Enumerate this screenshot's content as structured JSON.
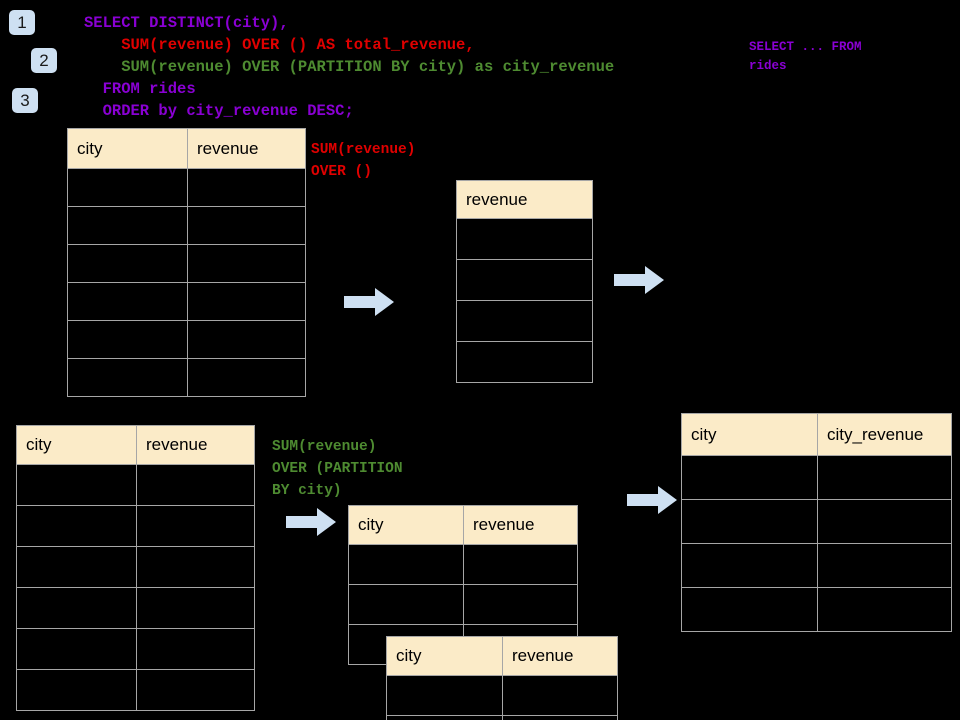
{
  "diagram": {
    "title": "SQL window function execution diagram",
    "background": "#000000",
    "colors": {
      "header_fill": "#FBEBC8",
      "cell_fill": "#000000",
      "grid_line": "#A6A6A6",
      "arrow_fill": "#CEE0F2",
      "badge_fill": "#CEE0F2",
      "purple": "#8A00D4",
      "red": "#E00000",
      "green": "#4E8B31"
    }
  },
  "badges": [
    {
      "label": "1"
    },
    {
      "label": "2"
    },
    {
      "label": "3"
    }
  ],
  "query": {
    "line1": "SELECT DISTINCT(city),",
    "line2": "    SUM(revenue) OVER () AS total_revenue,",
    "line3": "    SUM(revenue) OVER (PARTITION BY city) as city_revenue",
    "line4": "  FROM rides",
    "line5": "  ORDER by city_revenue DESC;"
  },
  "side_note": {
    "line1": "SELECT ... FROM",
    "line2": "rides"
  },
  "annotations": {
    "total_revenue": {
      "line1": "SUM(revenue)",
      "line2": "OVER ()"
    },
    "city_revenue": {
      "line1": "SUM(revenue)",
      "line2": "OVER (PARTITION",
      "line3": "BY city)"
    }
  },
  "tables": {
    "rides_top": {
      "name": "rides-source-table-top",
      "columns": [
        "city",
        "revenue"
      ],
      "body_row_count": 6
    },
    "total_revenue": {
      "name": "total-revenue-table",
      "columns": [
        "revenue"
      ],
      "body_row_count": 4
    },
    "rides_bottom": {
      "name": "rides-source-table-bottom",
      "columns": [
        "city",
        "revenue"
      ],
      "body_row_count": 6
    },
    "partition_a": {
      "name": "partition-table-a",
      "columns": [
        "city",
        "revenue"
      ],
      "body_row_count": 3
    },
    "partition_b": {
      "name": "partition-table-b",
      "columns": [
        "city",
        "revenue"
      ],
      "body_row_count": 2
    },
    "result": {
      "name": "result-table",
      "columns": [
        "city",
        "city_revenue"
      ],
      "body_row_count": 4
    }
  },
  "arrows": [
    {
      "name": "arrow-top-left"
    },
    {
      "name": "arrow-top-right"
    },
    {
      "name": "arrow-bottom-left"
    },
    {
      "name": "arrow-bottom-right"
    }
  ]
}
